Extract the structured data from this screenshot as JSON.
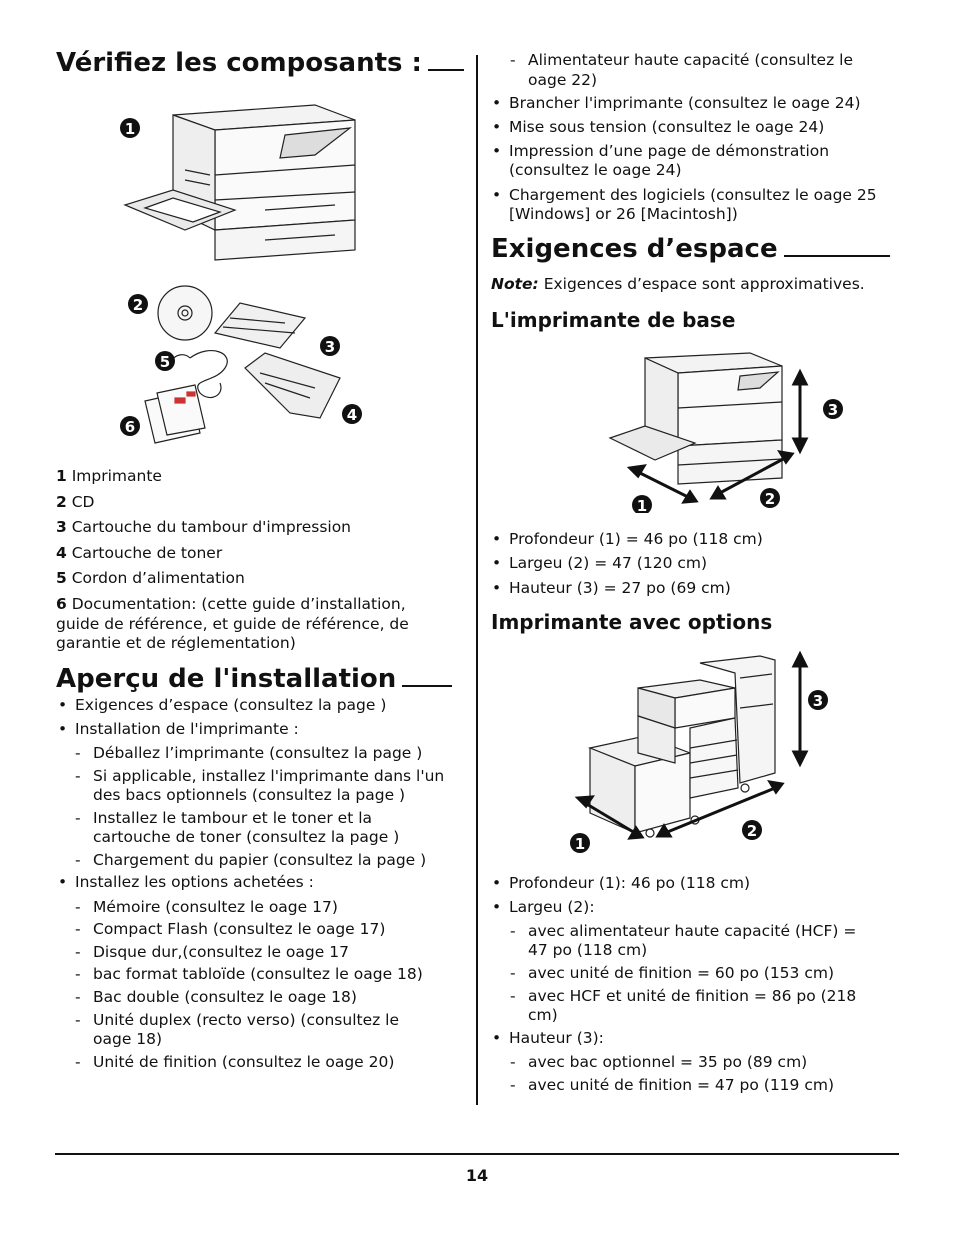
{
  "left": {
    "title1": "Vérifiez les composants :",
    "legend": [
      {
        "num": "1",
        "text": "Imprimante"
      },
      {
        "num": "2",
        "text": "CD"
      },
      {
        "num": "3",
        "text": "Cartouche du tambour d'impression"
      },
      {
        "num": "4",
        "text": "Cartouche de toner"
      },
      {
        "num": "5",
        "text": "Cordon d’alimentation"
      },
      {
        "num": "6",
        "text_lines": [
          "Documentation: (cette guide d’installation,",
          "guide de référence, et guide de référence, de",
          "garantie et de réglementation)"
        ]
      }
    ],
    "title2": "Aperçu de l'installation",
    "items": [
      {
        "type": "bullet",
        "text": "Exigences d’espace (consultez la page )"
      },
      {
        "type": "bullet",
        "text": "Installation de l'imprimante :"
      },
      {
        "type": "dash",
        "text": "Déballez l’imprimante (consultez la page )"
      },
      {
        "type": "dash",
        "text": "Si applicable, installez l'imprimante dans l'un"
      },
      {
        "type": "cont",
        "text": "des bacs optionnels (consultez la page )"
      },
      {
        "type": "dash",
        "text": "Installez le tambour et le toner et la"
      },
      {
        "type": "cont",
        "text": "cartouche de toner (consultez la page )"
      },
      {
        "type": "dash",
        "text": "Chargement du papier (consultez la page )"
      },
      {
        "type": "bullet",
        "text": "Installez les options achetées :"
      },
      {
        "type": "dash",
        "text": "Mémoire (consultez le oage 17)"
      },
      {
        "type": "dash",
        "text": "Compact Flash (consultez le oage 17)"
      },
      {
        "type": "dash",
        "text": "Disque dur,(consultez le oage 17"
      },
      {
        "type": "dash",
        "text": "bac format tabloïde (consultez le oage 18)"
      },
      {
        "type": "dash",
        "text": "Bac double (consultez le oage 18)"
      },
      {
        "type": "dash",
        "text": "Unité duplex (recto verso) (consultez le"
      },
      {
        "type": "cont",
        "text": "oage 18)"
      },
      {
        "type": "dash",
        "text": "Unité de finition (consultez le oage 20)"
      }
    ]
  },
  "right": {
    "top_items": [
      {
        "type": "dash",
        "text": "Alimentateur haute capacité (consultez le"
      },
      {
        "type": "cont",
        "text": "oage 22)"
      },
      {
        "type": "bullet",
        "text": "Brancher l'imprimante (consultez le oage 24)"
      },
      {
        "type": "bullet",
        "text": "Mise sous tension (consultez le oage 24)"
      },
      {
        "type": "bullet",
        "text": "Impression d’une page de démonstration"
      },
      {
        "type": "cont",
        "text": "(consultez le oage 24)"
      },
      {
        "type": "bullet",
        "text": "Chargement des logiciels (consultez le oage 25"
      },
      {
        "type": "cont",
        "text": "[Windows] or 26 [Macintosh])"
      }
    ],
    "title3": "Exigences d’espace",
    "note_label": "Note:",
    "note_text": "Exigences d’espace sont approximatives.",
    "sub1": "L'imprimante de base",
    "base_items": [
      "Profondeur (1) = 46 po (118 cm)",
      "Largeu (2) = 47 (120 cm)",
      "Hauteur (3) = 27 po (69 cm)"
    ],
    "sub2": "Imprimante avec options",
    "opt_items": [
      {
        "type": "bullet",
        "text": "Profondeur (1): 46 po (118 cm)"
      },
      {
        "type": "bullet",
        "text": "Largeu (2):"
      },
      {
        "type": "dash",
        "text": "avec alimentateur haute capacité (HCF) ="
      },
      {
        "type": "cont",
        "text": "47 po (118 cm)"
      },
      {
        "type": "dash",
        "text": "avec unité de finition = 60 po (153 cm)"
      },
      {
        "type": "dash",
        "text": "avec HCF et unité de finition = 86 po (218"
      },
      {
        "type": "cont",
        "text": "cm)"
      },
      {
        "type": "bullet",
        "text": "Hauteur (3):"
      },
      {
        "type": "dash",
        "text": "avec bac optionnel = 35 po (89 cm)"
      },
      {
        "type": "dash",
        "text": "avec unité de finition = 47 po (119 cm)"
      }
    ]
  },
  "callouts": {
    "c1": "1",
    "c2": "2",
    "c3": "3",
    "c4": "4",
    "c5": "5",
    "c6": "6"
  },
  "page_number": "14"
}
